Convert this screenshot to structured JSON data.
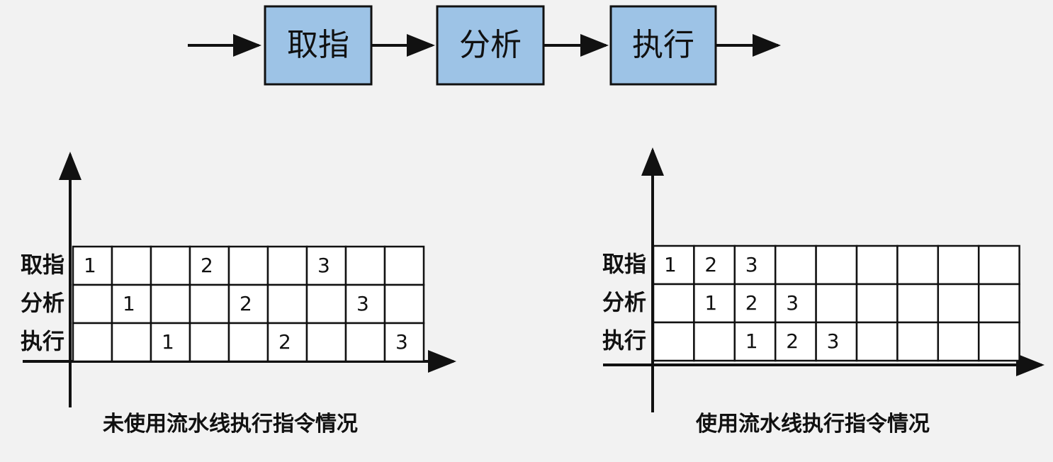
{
  "pipeline": {
    "stages": [
      "取指",
      "分析",
      "执行"
    ]
  },
  "charts": [
    {
      "id": "sequential",
      "caption": "未使用流水线执行指令情况",
      "rows": [
        {
          "label": "取指",
          "cells": [
            "1",
            "",
            "",
            "2",
            "",
            "",
            "3",
            "",
            ""
          ]
        },
        {
          "label": "分析",
          "cells": [
            "",
            "1",
            "",
            "",
            "2",
            "",
            "",
            "3",
            ""
          ]
        },
        {
          "label": "执行",
          "cells": [
            "",
            "",
            "1",
            "",
            "",
            "2",
            "",
            "",
            "3"
          ]
        }
      ]
    },
    {
      "id": "pipelined",
      "caption": "使用流水线执行指令情况",
      "rows": [
        {
          "label": "取指",
          "cells": [
            "1",
            "2",
            "3",
            "",
            "",
            "",
            "",
            "",
            ""
          ]
        },
        {
          "label": "分析",
          "cells": [
            "",
            "1",
            "2",
            "3",
            "",
            "",
            "",
            "",
            ""
          ]
        },
        {
          "label": "执行",
          "cells": [
            "",
            "",
            "1",
            "2",
            "3",
            "",
            "",
            "",
            ""
          ]
        }
      ]
    }
  ],
  "colors": {
    "background": "#f2f2f2",
    "stage_fill": "#9dc3e6",
    "stroke": "#111111"
  }
}
